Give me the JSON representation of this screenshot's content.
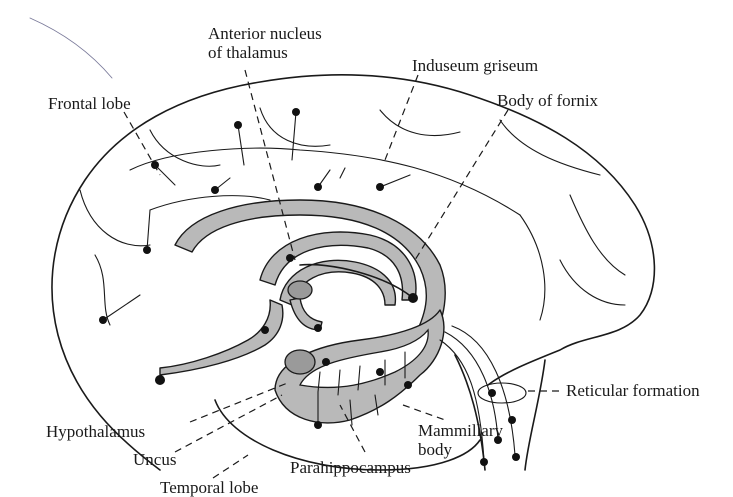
{
  "labels": {
    "anterior_nucleus_line1": "Anterior nucleus",
    "anterior_nucleus_line2": "of thalamus",
    "induseum_griseum": "Induseum griseum",
    "frontal_lobe": "Frontal lobe",
    "body_of_fornix": "Body of fornix",
    "reticular_formation": "Reticular formation",
    "hypothalamus": "Hypothalamus",
    "mammillary_line1": "Mammillary",
    "mammillary_line2": "body",
    "uncus": "Uncus",
    "parahippocampus": "Parahippocampus",
    "temporal_lobe": "Temporal lobe"
  }
}
